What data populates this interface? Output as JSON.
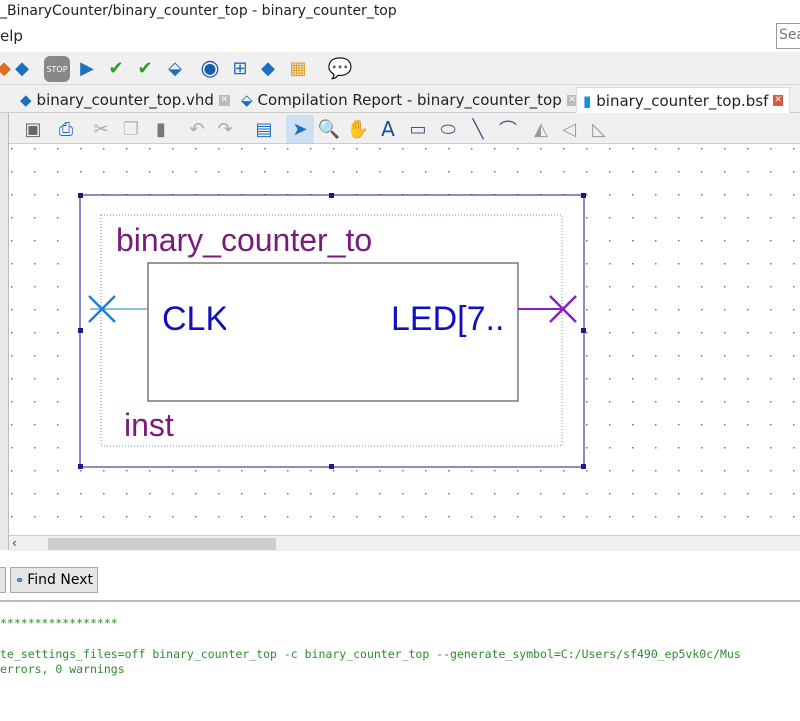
{
  "window": {
    "title": "_BinaryCounter/binary_counter_top - binary_counter_top",
    "menu_partial": "elp",
    "search_placeholder": "Sea"
  },
  "toolbar": {
    "icons": [
      "compile-icon",
      "pin-planner-icon",
      "stop-icon",
      "start-compilation-icon",
      "analysis-icon",
      "analysis-synthesis-icon",
      "fitter-icon",
      "timing-analyzer-icon",
      "rtl-viewer-icon",
      "programmer-icon",
      "chip-planner-icon",
      "help-chat-icon"
    ]
  },
  "tabs": [
    {
      "label": "binary_counter_top.vhd",
      "active": false
    },
    {
      "label": "Compilation Report - binary_counter_top",
      "active": false
    },
    {
      "label": "binary_counter_top.bsf",
      "active": true
    }
  ],
  "editor_toolbar": {
    "icons": [
      "save-icon",
      "print-icon",
      "cut-icon",
      "copy-icon",
      "paste-icon",
      "undo-icon",
      "redo-icon",
      "symbol-tool-icon",
      "selection-tool-icon",
      "zoom-tool-icon",
      "hand-tool-icon",
      "text-tool-icon",
      "rectangle-tool-icon",
      "oval-tool-icon",
      "line-tool-icon",
      "arc-tool-icon",
      "flip-horizontal-icon",
      "flip-vertical-icon",
      "rotate-icon"
    ]
  },
  "symbol": {
    "name": "binary_counter_to",
    "instance": "inst",
    "input_pin": "CLK",
    "output_pin": "LED[7..",
    "colors": {
      "selection": "#1a1a8c",
      "label": "#7a1a7a",
      "pin": "#1010c0",
      "input_wire": "#2080d0",
      "output_wire": "#8a20c0"
    }
  },
  "find": {
    "find_next_label": "Find Next"
  },
  "console": {
    "lines": [
      "*****************",
      "te_settings_files=off binary_counter_top -c binary_counter_top --generate_symbol=C:/Users/sf490_ep5vk0c/Mus",
      "errors, 0 warnings"
    ]
  }
}
